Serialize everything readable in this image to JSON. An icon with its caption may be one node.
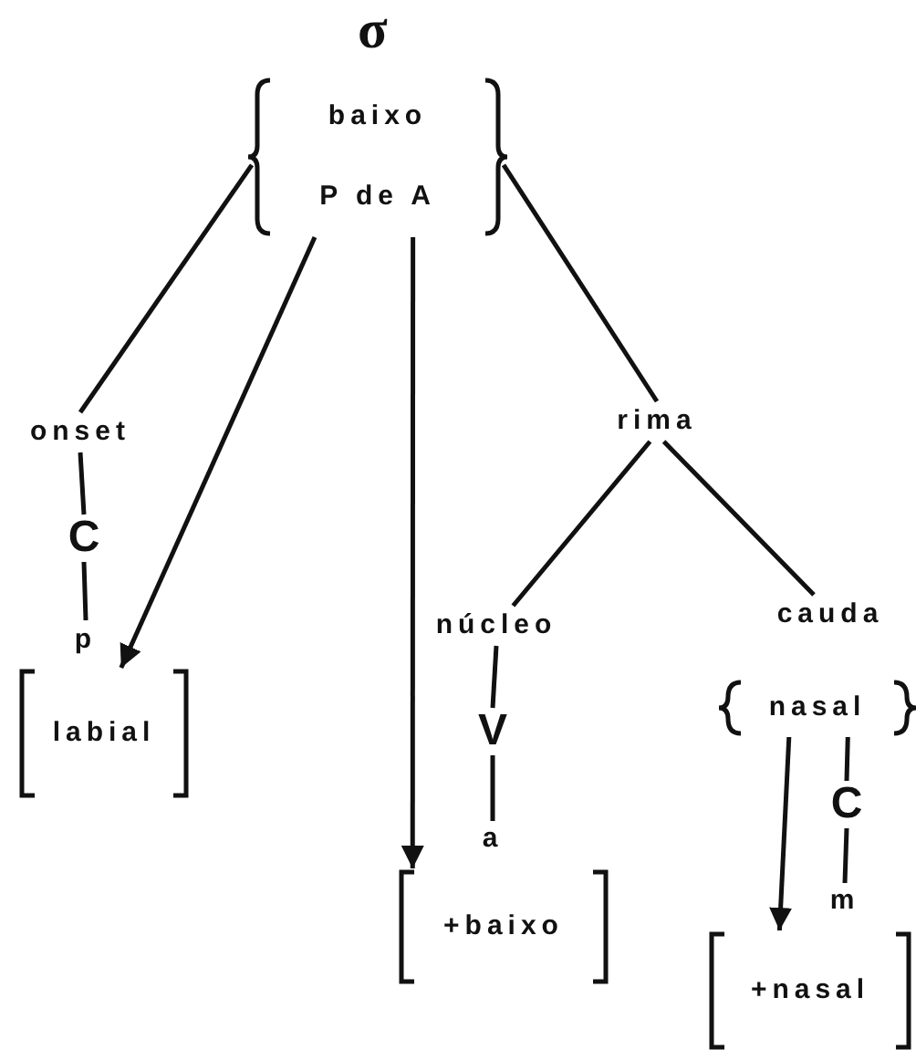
{
  "diagram": {
    "nodes": [
      {
        "text": [
          "baixo",
          "P de A"
        ]
      },
      {
        "text": [
          "onset"
        ]
      },
      {
        "text": [
          "C"
        ]
      },
      {
        "text": [
          "p"
        ]
      },
      {
        "text": [
          "labial"
        ]
      },
      {
        "text": [
          "rima"
        ]
      },
      {
        "text": [
          "núcleo"
        ]
      },
      {
        "text": [
          "V"
        ]
      },
      {
        "text": [
          "a"
        ]
      },
      {
        "text": [
          "+baixo"
        ]
      },
      {
        "text": [
          "cauda"
        ]
      },
      {
        "text": [
          "nasal"
        ]
      },
      {
        "text": [
          "C"
        ]
      },
      {
        "text": [
          "m"
        ]
      },
      {
        "text": [
          "+nasal"
        ]
      }
    ],
    "edges": [
      {
        "from": 0,
        "to": 1,
        "arrow": "none"
      },
      {
        "from": 0,
        "to": 4,
        "arrow": "to"
      },
      {
        "from": 0,
        "to": 9,
        "arrow": "to"
      },
      {
        "from": 0,
        "to": 5,
        "arrow": "none"
      },
      {
        "from": 1,
        "to": 2,
        "arrow": "none"
      },
      {
        "from": 2,
        "to": 3,
        "arrow": "none"
      },
      {
        "from": 5,
        "to": 6,
        "arrow": "none"
      },
      {
        "from": 5,
        "to": 10,
        "arrow": "none"
      },
      {
        "from": 6,
        "to": 7,
        "arrow": "none"
      },
      {
        "from": 7,
        "to": 8,
        "arrow": "none"
      },
      {
        "from": 11,
        "to": 12,
        "arrow": "none"
      },
      {
        "from": 12,
        "to": 13,
        "arrow": "none"
      },
      {
        "from": 11,
        "to": 14,
        "arrow": "to"
      }
    ],
    "labels": [
      "σ"
    ]
  }
}
